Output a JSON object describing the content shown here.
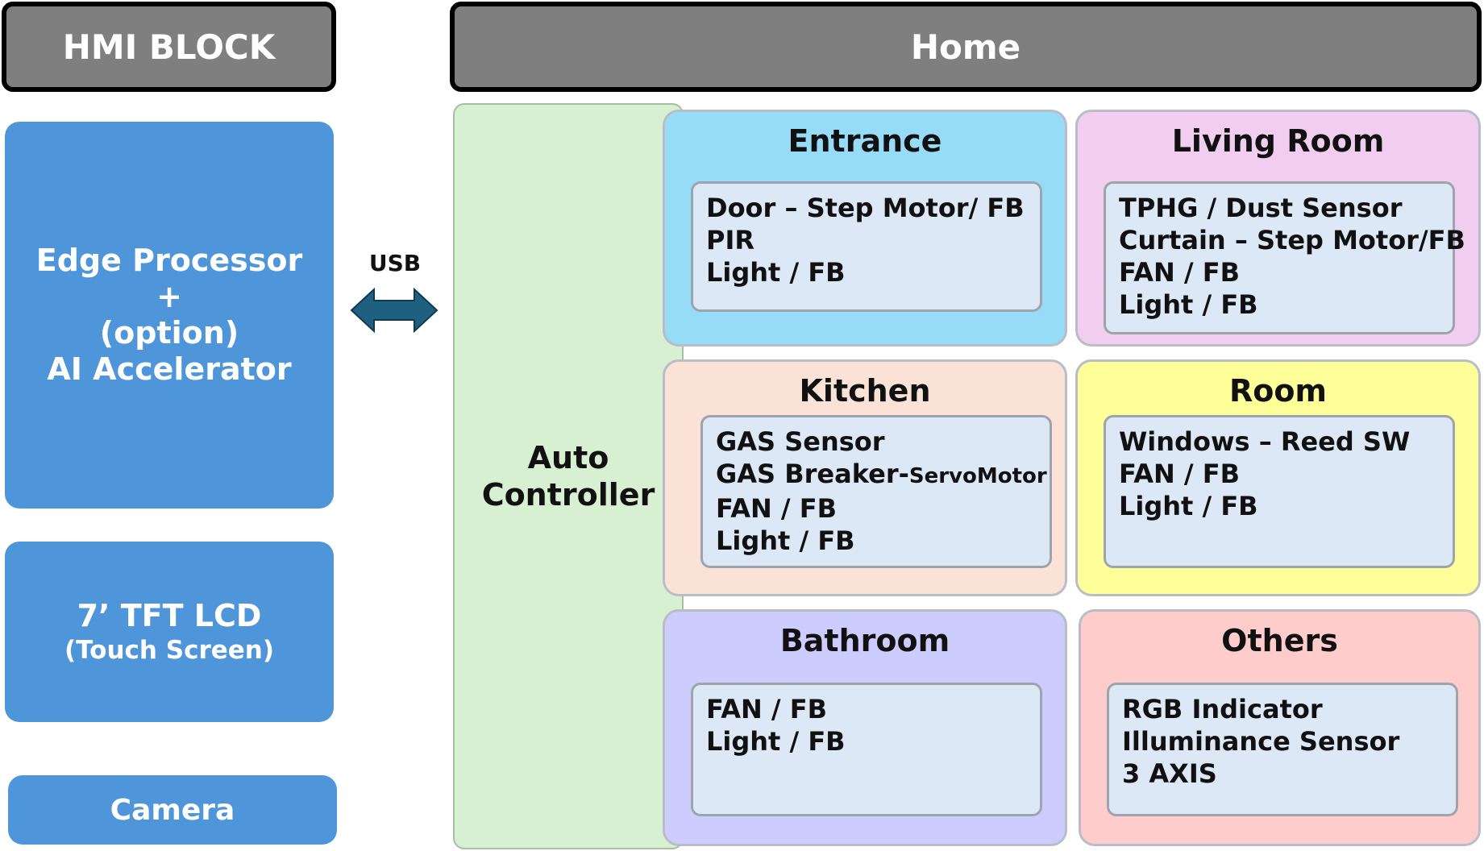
{
  "hmi_block": {
    "title": "HMI BLOCK"
  },
  "home": {
    "title": "Home"
  },
  "edge_processor": {
    "lines": [
      "Edge Processor",
      "+",
      "(option)",
      "AI Accelerator"
    ]
  },
  "tft_lcd": {
    "line1": "7’ TFT LCD",
    "line2": "(Touch Screen)"
  },
  "camera": {
    "label": "Camera"
  },
  "usb": {
    "label": "USB"
  },
  "auto_controller": {
    "lines": [
      "Auto",
      "Controller"
    ]
  },
  "rooms": {
    "entrance": {
      "title": "Entrance",
      "items": [
        "Door – Step Motor/ FB",
        "PIR",
        "Light / FB"
      ]
    },
    "living_room": {
      "title": "Living Room",
      "items": [
        "TPHG / Dust Sensor",
        "Curtain – Step Motor/FB",
        "FAN / FB",
        "Light / FB"
      ]
    },
    "kitchen": {
      "title": "Kitchen",
      "items": [
        "GAS Sensor",
        "GAS Breaker-",
        "ServoMotor",
        "FAN / FB",
        "Light / FB"
      ]
    },
    "room": {
      "title": "Room",
      "items": [
        "Windows – Reed SW",
        "FAN / FB",
        "Light / FB"
      ]
    },
    "bathroom": {
      "title": "Bathroom",
      "items": [
        "FAN / FB",
        "Light / FB"
      ]
    },
    "others": {
      "title": "Others",
      "items": [
        "RGB Indicator",
        "Illuminance Sensor",
        "3 AXIS"
      ]
    }
  },
  "colors": {
    "header_gray": "#7f7f7f",
    "hmi_blue": "#4f95d9",
    "usb_arrow": "#1f5f80",
    "controller_green": "#d8f0d2",
    "entrance": "#97dcf7",
    "living_room": "#f1cdef",
    "kitchen": "#fbe2d6",
    "room": "#ffff99",
    "bathroom": "#ccccff",
    "others": "#ffcccc",
    "inner_box": "#dce8f6"
  }
}
